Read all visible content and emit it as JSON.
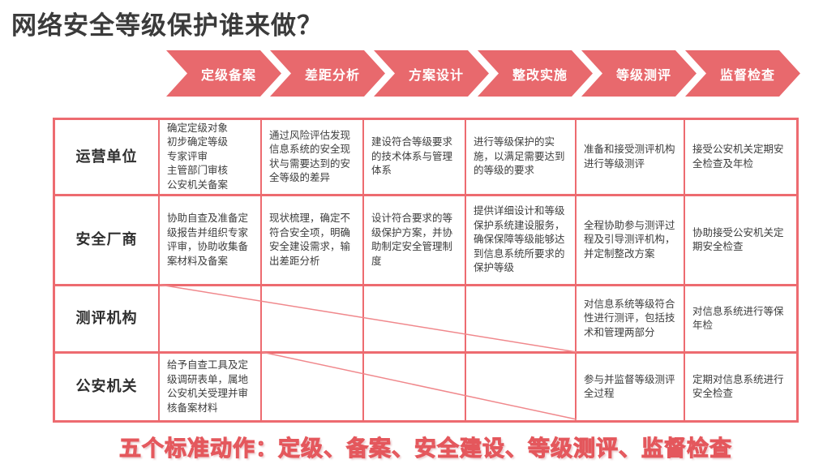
{
  "title": "网络安全等级保护谁来做？",
  "colors": {
    "accent_red": "#e8696d",
    "table_border_red": "#ed6b70",
    "title_dark": "#3b3b3b",
    "footer_red": "#ee767b"
  },
  "process_steps": [
    "定级备案",
    "差距分析",
    "方案设计",
    "整改实施",
    "等级测评",
    "监督检查"
  ],
  "table": {
    "rows": [
      {
        "label": "运营单位",
        "cells": [
          "确定定级对象\n初步确定等级\n专家评审\n主管部门审核\n公安机关备案",
          "通过风险评估发现信息系统的安全现状与需要达到的安全等级的差异",
          "建设符合等级要求的技术体系与管理体系",
          "进行等级保护的实施，以满足需要达到的等级的要求",
          "准备和接受测评机构进行等级测评",
          "接受公安机关定期安全检查及年检"
        ]
      },
      {
        "label": "安全厂商",
        "cells": [
          "协助自查及准备定级报告并组织专家评审，协助收集备案材料及备案",
          "现状梳理，确定不符合安全项，明确安全建设需求，输出差距分析",
          "设计符合要求的等级保护方案，并协助制定安全管理制度",
          "提供详细设计和等级保护系统建设服务，确保保障等级能够达到信息系统所要求的保护等级",
          "全程协助参与测评过程及引导测评机构，并定制整改方案",
          "协助接受公安机关定期安全检查"
        ]
      },
      {
        "label": "测评机构",
        "cells": [
          "",
          "",
          "",
          "",
          "对信息系统等级符合性进行测评，包括技术和管理两部分",
          "对信息系统进行等保年检"
        ]
      },
      {
        "label": "公安机关",
        "cells": [
          "给予自查工具及定级调研表单，属地公安机关受理并审核备案材料",
          "",
          "",
          "",
          "参与并监督等级测评全过程",
          "定期对信息系统进行安全检查"
        ]
      }
    ]
  },
  "footer": "五个标准动作：定级、备案、安全建设、等级测评、监督检查"
}
